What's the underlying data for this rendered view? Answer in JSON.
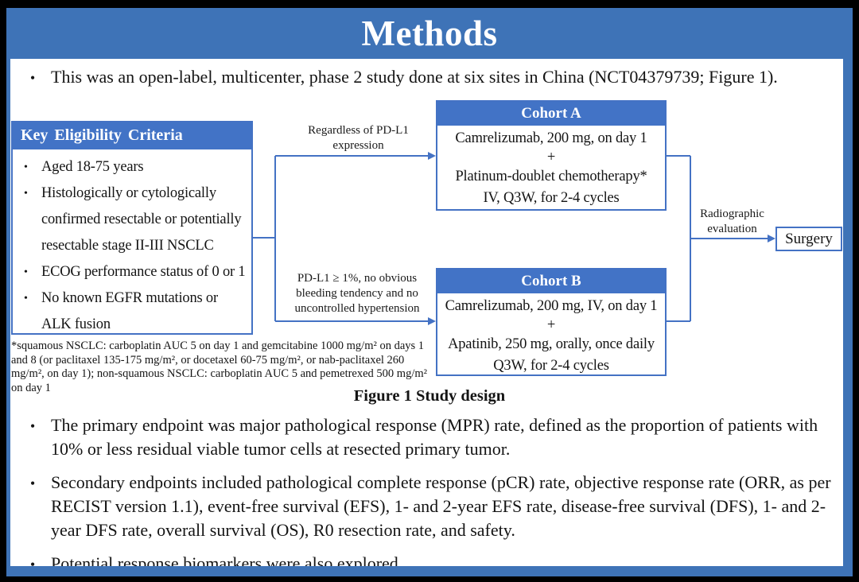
{
  "slide": {
    "title": "Methods",
    "intro_bullet": "This was an open-label, multicenter, phase 2 study done at six sites in China (NCT04379739; Figure 1).",
    "figure_caption": "Figure 1 Study design"
  },
  "diagram": {
    "eligibility": {
      "header": "Key Eligibility Criteria",
      "items": [
        "Aged 18-75 years",
        "Histologically or cytologically confirmed resectable or potentially resectable stage II-III NSCLC",
        "ECOG performance status of 0 or 1",
        "No known EGFR mutations or ALK fusion"
      ]
    },
    "branch_top_label": "Regardless of PD-L1 expression",
    "branch_bottom_label": "PD-L1 ≥ 1%, no obvious bleeding tendency and no uncontrolled hypertension",
    "cohort_a": {
      "header": "Cohort A",
      "lines": [
        "Camrelizumab, 200 mg, on day 1",
        "+",
        "Platinum-doublet chemotherapy*",
        "IV, Q3W, for 2-4 cycles"
      ]
    },
    "cohort_b": {
      "header": "Cohort B",
      "lines": [
        "Camrelizumab, 200 mg, IV, on day 1",
        "+",
        "Apatinib, 250 mg, orally, once daily",
        "Q3W, for 2-4 cycles"
      ]
    },
    "evaluation_label": "Radiographic evaluation",
    "surgery_label": "Surgery",
    "footnote": "*squamous NSCLC: carboplatin AUC 5 on day 1 and gemcitabine 1000 mg/m² on days 1 and 8 (or paclitaxel 135-175 mg/m², or docetaxel 60-75 mg/m², or nab-paclitaxel 260 mg/m², on day 1); non-squamous NSCLC: carboplatin AUC 5 and pemetrexed 500 mg/m² on day 1"
  },
  "endpoints": [
    "The primary endpoint was major pathological response (MPR) rate, defined as the proportion of patients with 10% or less residual viable tumor cells at resected primary tumor.",
    "Secondary endpoints included pathological complete response (pCR) rate, objective response rate (ORR, as per RECIST version 1.1), event-free survival (EFS), 1- and 2-year EFS rate, disease-free survival (DFS), 1- and 2-year DFS rate, overall survival (OS), R0 resection rate, and safety.",
    "Potential response biomarkers were also explored."
  ],
  "colors": {
    "title_bar_blue": "#3E73B7",
    "box_header_blue": "#4273C6",
    "border_arrow_blue": "#4472C4",
    "text_color": "#141414"
  }
}
